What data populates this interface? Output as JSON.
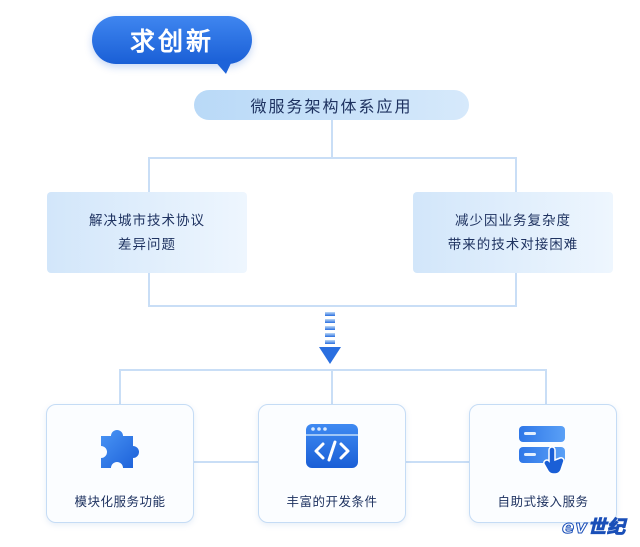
{
  "header": {
    "title": "求创新",
    "subtitle": "微服务架构体系应用"
  },
  "problems": [
    {
      "line1": "解决城市技术协议",
      "line2": "差异问题"
    },
    {
      "line1": "减少因业务复杂度",
      "line2": "带来的技术对接困难"
    }
  ],
  "features": [
    {
      "label": "模块化服务功能",
      "icon": "puzzle-icon"
    },
    {
      "label": "丰富的开发条件",
      "icon": "code-window-icon"
    },
    {
      "label": "自助式接入服务",
      "icon": "server-touch-icon"
    }
  ],
  "watermark": "ev世纪",
  "colors": {
    "primary": "#1a5fd6",
    "accent_light": "#b9d9f7",
    "line": "#c9def6",
    "text": "#1e3260"
  }
}
